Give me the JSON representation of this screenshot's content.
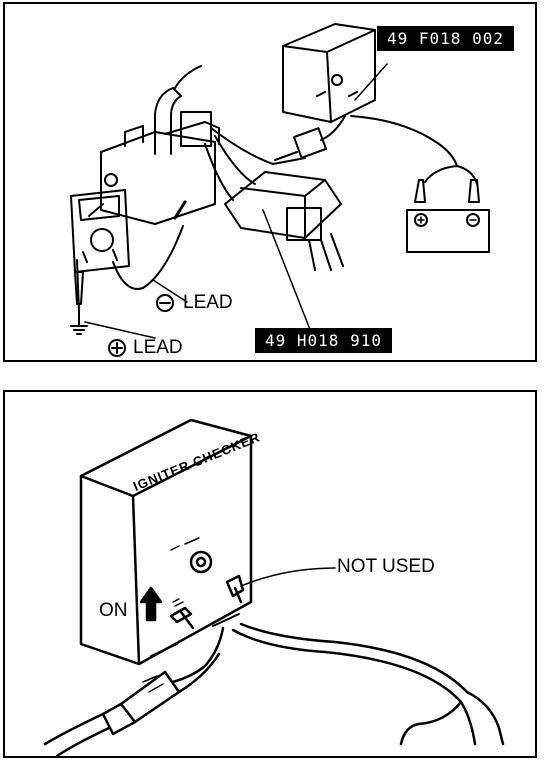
{
  "top_panel": {
    "tool_tag_1": "49 F018 002",
    "tool_tag_2": "49 H018 910",
    "minus_lead_label": "LEAD",
    "plus_lead_label": "LEAD"
  },
  "bottom_panel": {
    "checker_label": "IGNITER CHECKER",
    "not_used_label": "NOT USED",
    "on_label": "ON"
  },
  "colors": {
    "ink": "#000000",
    "paper": "#ffffff"
  }
}
